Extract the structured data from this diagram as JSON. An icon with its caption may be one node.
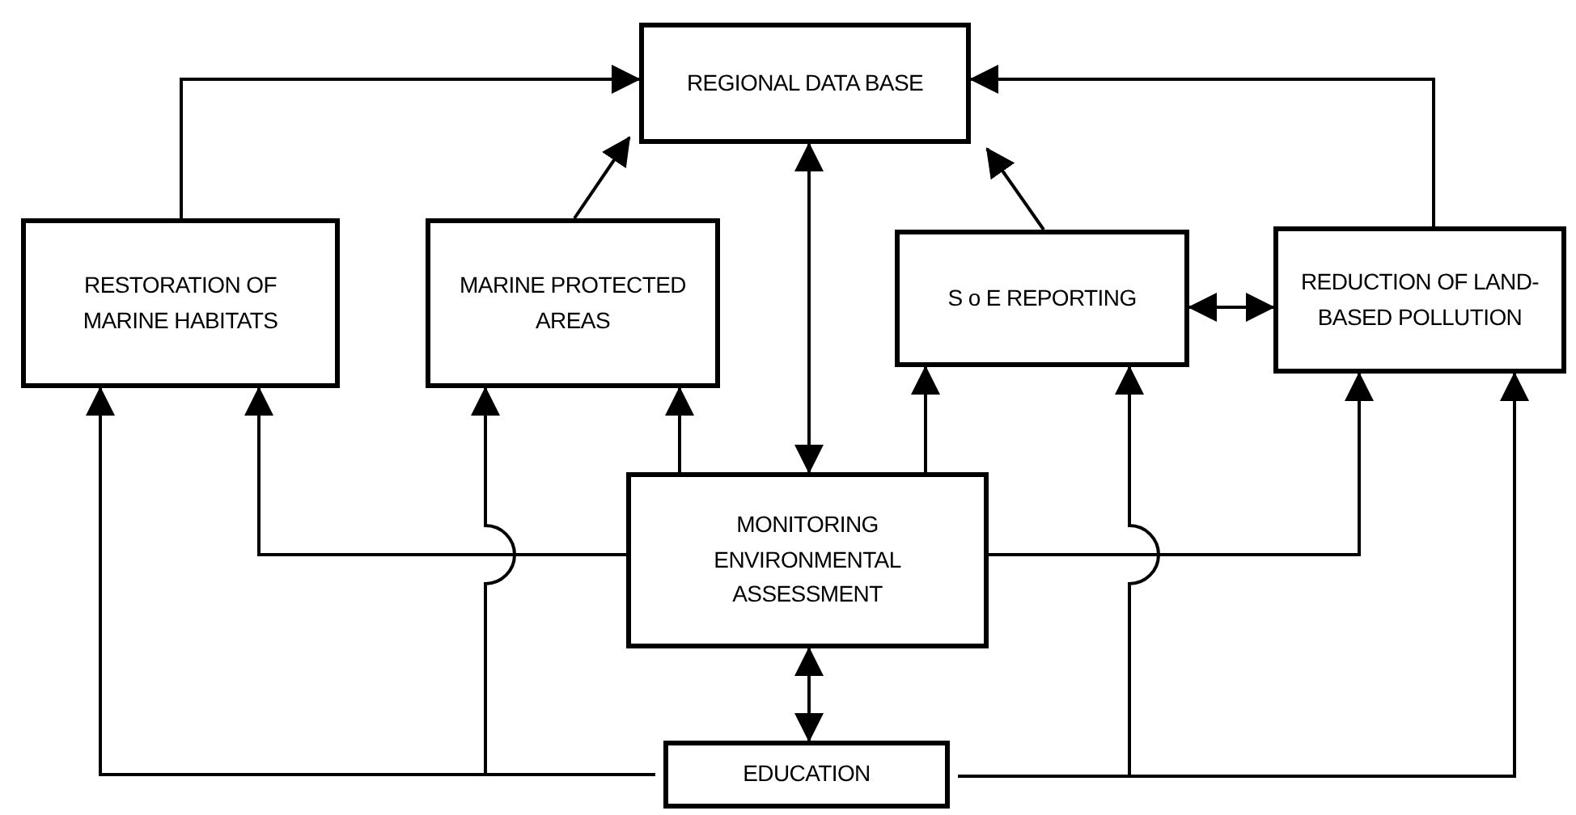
{
  "diagram": {
    "nodes": [
      {
        "text": [
          "REGIONAL DATA BASE"
        ]
      },
      {
        "text": [
          "RESTORATION OF MARINE HABITATS"
        ]
      },
      {
        "text": [
          "MARINE PROTECTED AREAS"
        ]
      },
      {
        "text": [
          "S o E REPORTING"
        ]
      },
      {
        "text": [
          "REDUCTION OF LAND-BASED POLLUTION"
        ]
      },
      {
        "text": [
          "MONITORING ENVIRONMENTAL ASSESSMENT"
        ]
      },
      {
        "text": [
          "EDUCATION"
        ]
      }
    ],
    "edges": [
      {
        "from": 1,
        "to": 0,
        "arrow": "to"
      },
      {
        "from": 2,
        "to": 0,
        "arrow": "to"
      },
      {
        "from": 3,
        "to": 0,
        "arrow": "to"
      },
      {
        "from": 4,
        "to": 0,
        "arrow": "to"
      },
      {
        "from": 5,
        "to": 0,
        "arrow": "both"
      },
      {
        "from": 3,
        "to": 4,
        "arrow": "both"
      },
      {
        "from": 5,
        "to": 1,
        "arrow": "to"
      },
      {
        "from": 5,
        "to": 2,
        "arrow": "to"
      },
      {
        "from": 5,
        "to": 3,
        "arrow": "to"
      },
      {
        "from": 5,
        "to": 4,
        "arrow": "to"
      },
      {
        "from": 5,
        "to": 6,
        "arrow": "both"
      },
      {
        "from": 6,
        "to": 1,
        "arrow": "to"
      },
      {
        "from": 6,
        "to": 2,
        "arrow": "to"
      },
      {
        "from": 6,
        "to": 3,
        "arrow": "to"
      },
      {
        "from": 6,
        "to": 4,
        "arrow": "to"
      }
    ]
  }
}
